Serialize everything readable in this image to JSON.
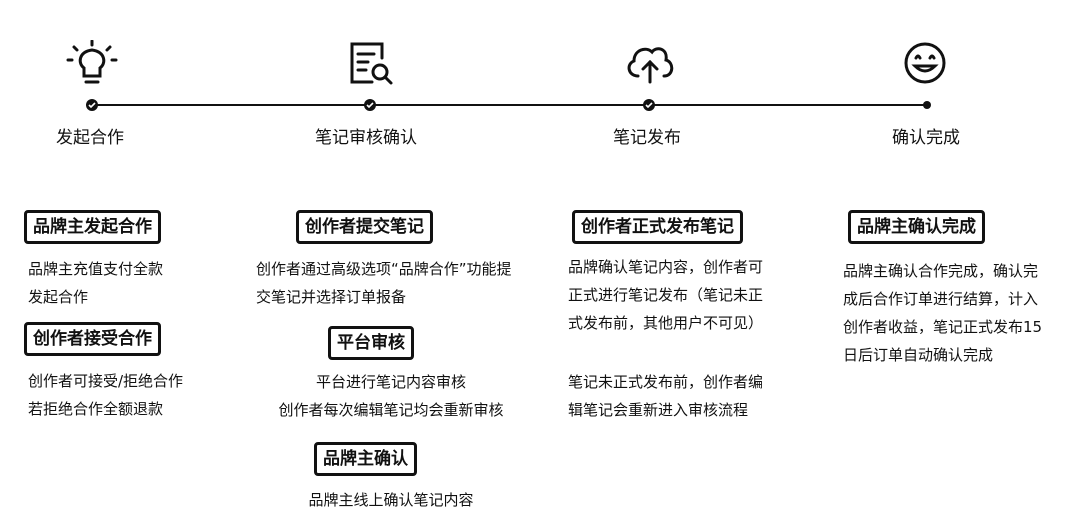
{
  "steps": [
    {
      "icon": "lightbulb-icon",
      "label": "发起合作"
    },
    {
      "icon": "document-search-icon",
      "label": "笔记审核确认"
    },
    {
      "icon": "cloud-upload-icon",
      "label": "笔记发布"
    },
    {
      "icon": "smiley-icon",
      "label": "确认完成"
    }
  ],
  "col1": {
    "tag1": "品牌主发起合作",
    "text1": [
      "品牌主充值支付全款",
      "发起合作"
    ],
    "tag2": "创作者接受合作",
    "text2": [
      "创作者可接受/拒绝合作",
      "若拒绝合作全额退款"
    ]
  },
  "col2": {
    "tag1": "创作者提交笔记",
    "text1": [
      "创作者通过高级选项“品牌合作”功能提",
      "交笔记并选择订单报备"
    ],
    "tag2": "平台审核",
    "text2": [
      "平台进行笔记内容审核",
      "创作者每次编辑笔记均会重新审核"
    ],
    "tag3": "品牌主确认",
    "text3": [
      "品牌主线上确认笔记内容"
    ]
  },
  "col3": {
    "tag1": "创作者正式发布笔记",
    "text1": [
      "品牌确认笔记内容，创作者可",
      "正式进行笔记发布（笔记未正",
      "式发布前，其他用户不可见）"
    ],
    "text2": [
      "笔记未正式发布前，创作者编",
      "辑笔记会重新进入审核流程"
    ]
  },
  "col4": {
    "tag1": "品牌主确认完成",
    "text1": [
      "品牌主确认合作完成，确认完",
      "成后合作订单进行结算，计入",
      "创作者收益，笔记正式发布15",
      "日后订单自动确认完成"
    ]
  }
}
